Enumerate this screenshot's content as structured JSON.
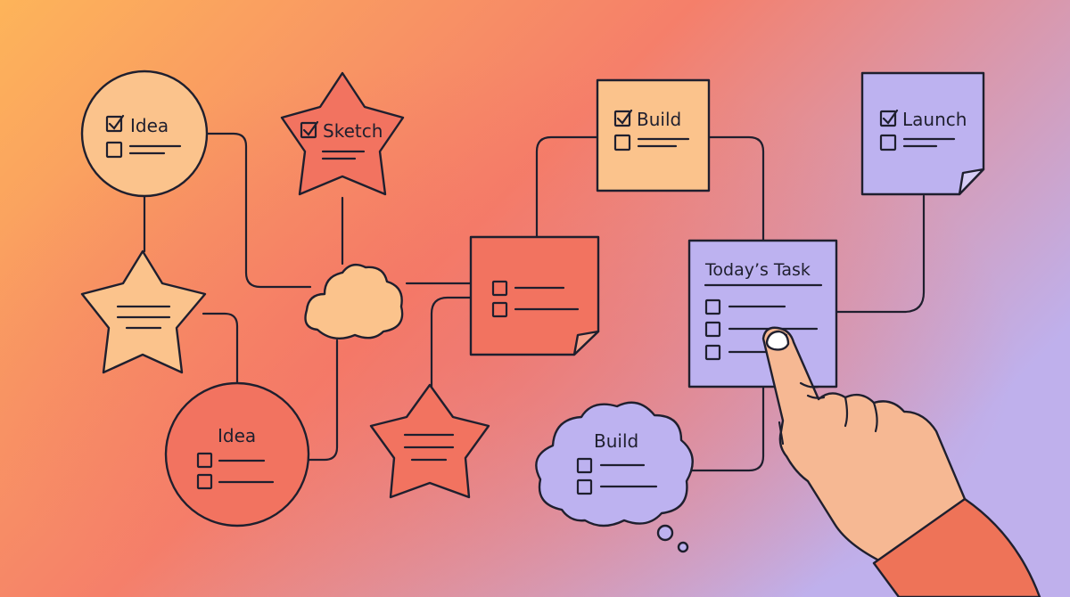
{
  "colors": {
    "bg_left": "#fdb45a",
    "bg_mid": "#f57f6a",
    "bg_right": "#bfb0ec",
    "peach": "#fbc38c",
    "coral": "#f27360",
    "lavender": "#bdb2f0",
    "ink": "#1f1f2e",
    "skin": "#f6b893",
    "sleeve": "#ee7358"
  },
  "nodes": {
    "idea_top": {
      "title": "Idea",
      "checked": true
    },
    "sketch": {
      "title": "Sketch",
      "checked": true
    },
    "build_top": {
      "title": "Build",
      "checked": true
    },
    "launch": {
      "title": "Launch",
      "checked": true
    },
    "todays_task": {
      "title": "Today’s Task",
      "items": 3
    },
    "idea_bottom": {
      "title": "Idea",
      "items": 2
    },
    "build_cloud": {
      "title": "Build",
      "items": 2
    },
    "note_middle": {
      "items": 2
    }
  },
  "icons": [
    "checkbox-checked-icon",
    "checkbox-empty-icon",
    "cloud-icon",
    "star-icon",
    "pointing-hand-icon"
  ]
}
